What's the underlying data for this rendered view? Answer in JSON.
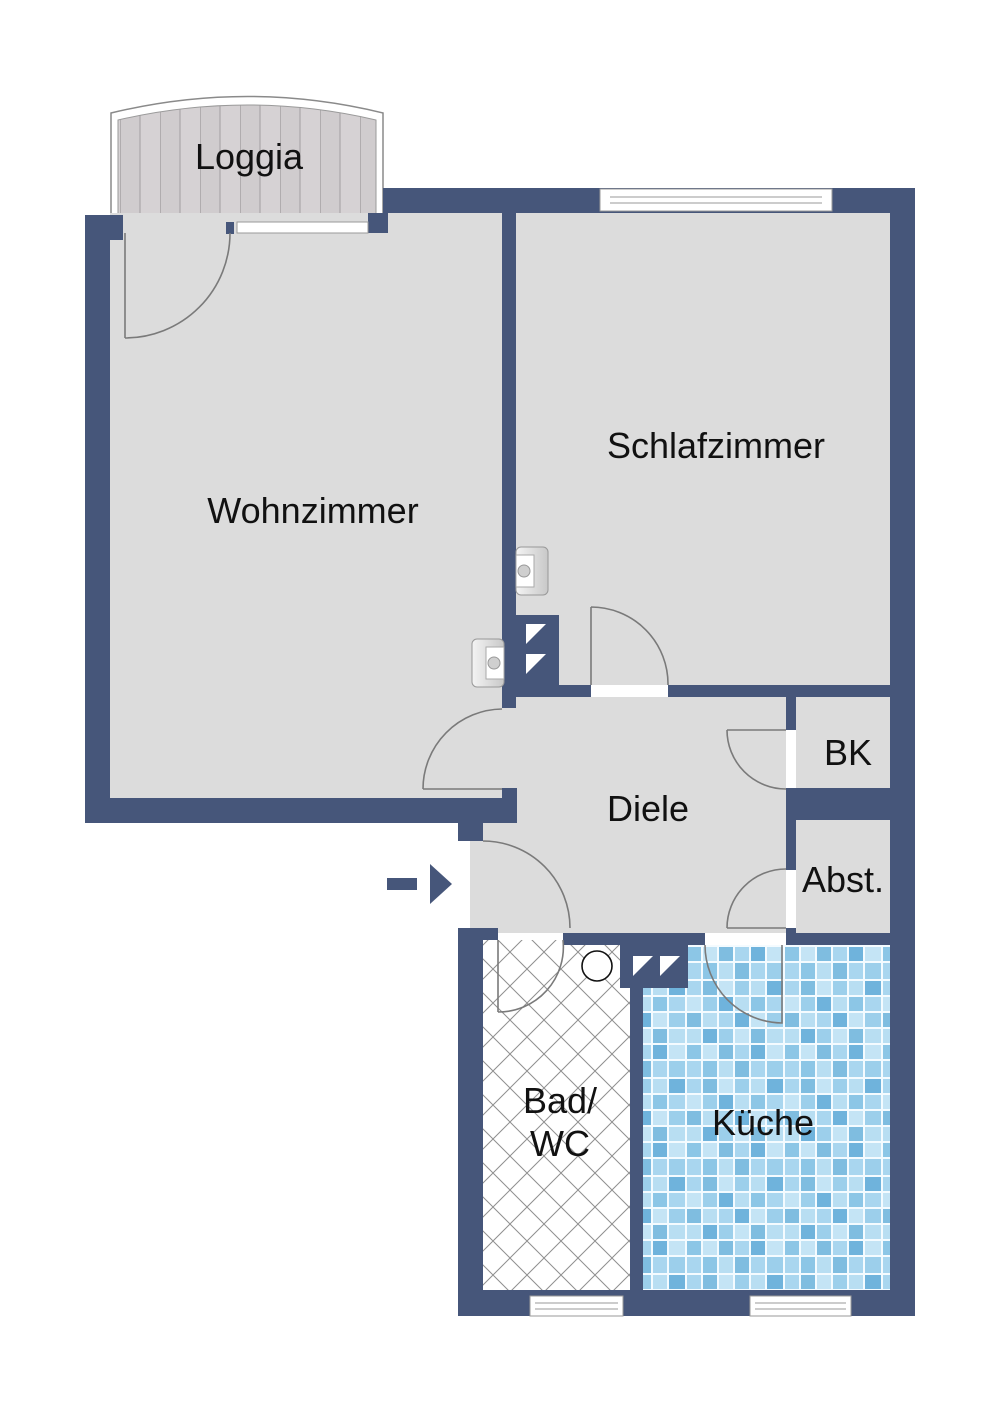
{
  "colors": {
    "wall": "#46567a",
    "floor": "#dcdcdc",
    "loggia_floor": "#d3d0d2",
    "kitchen_tile": "#8cc6e6",
    "bath_tile": "#ffffff",
    "window": "#ffffff",
    "door_arc": "#7a7a7a"
  },
  "rooms": [
    {
      "id": "loggia",
      "label": "Loggia"
    },
    {
      "id": "wohnzimmer",
      "label": "Wohnzimmer"
    },
    {
      "id": "schlafzimmer",
      "label": "Schlafzimmer"
    },
    {
      "id": "diele",
      "label": "Diele"
    },
    {
      "id": "bk",
      "label": "BK"
    },
    {
      "id": "abst",
      "label": "Abst."
    },
    {
      "id": "bad",
      "label_line1": "Bad/",
      "label_line2": "WC"
    },
    {
      "id": "kueche",
      "label": "Küche"
    }
  ],
  "entrance": {
    "icon": "arrow-right-icon"
  }
}
